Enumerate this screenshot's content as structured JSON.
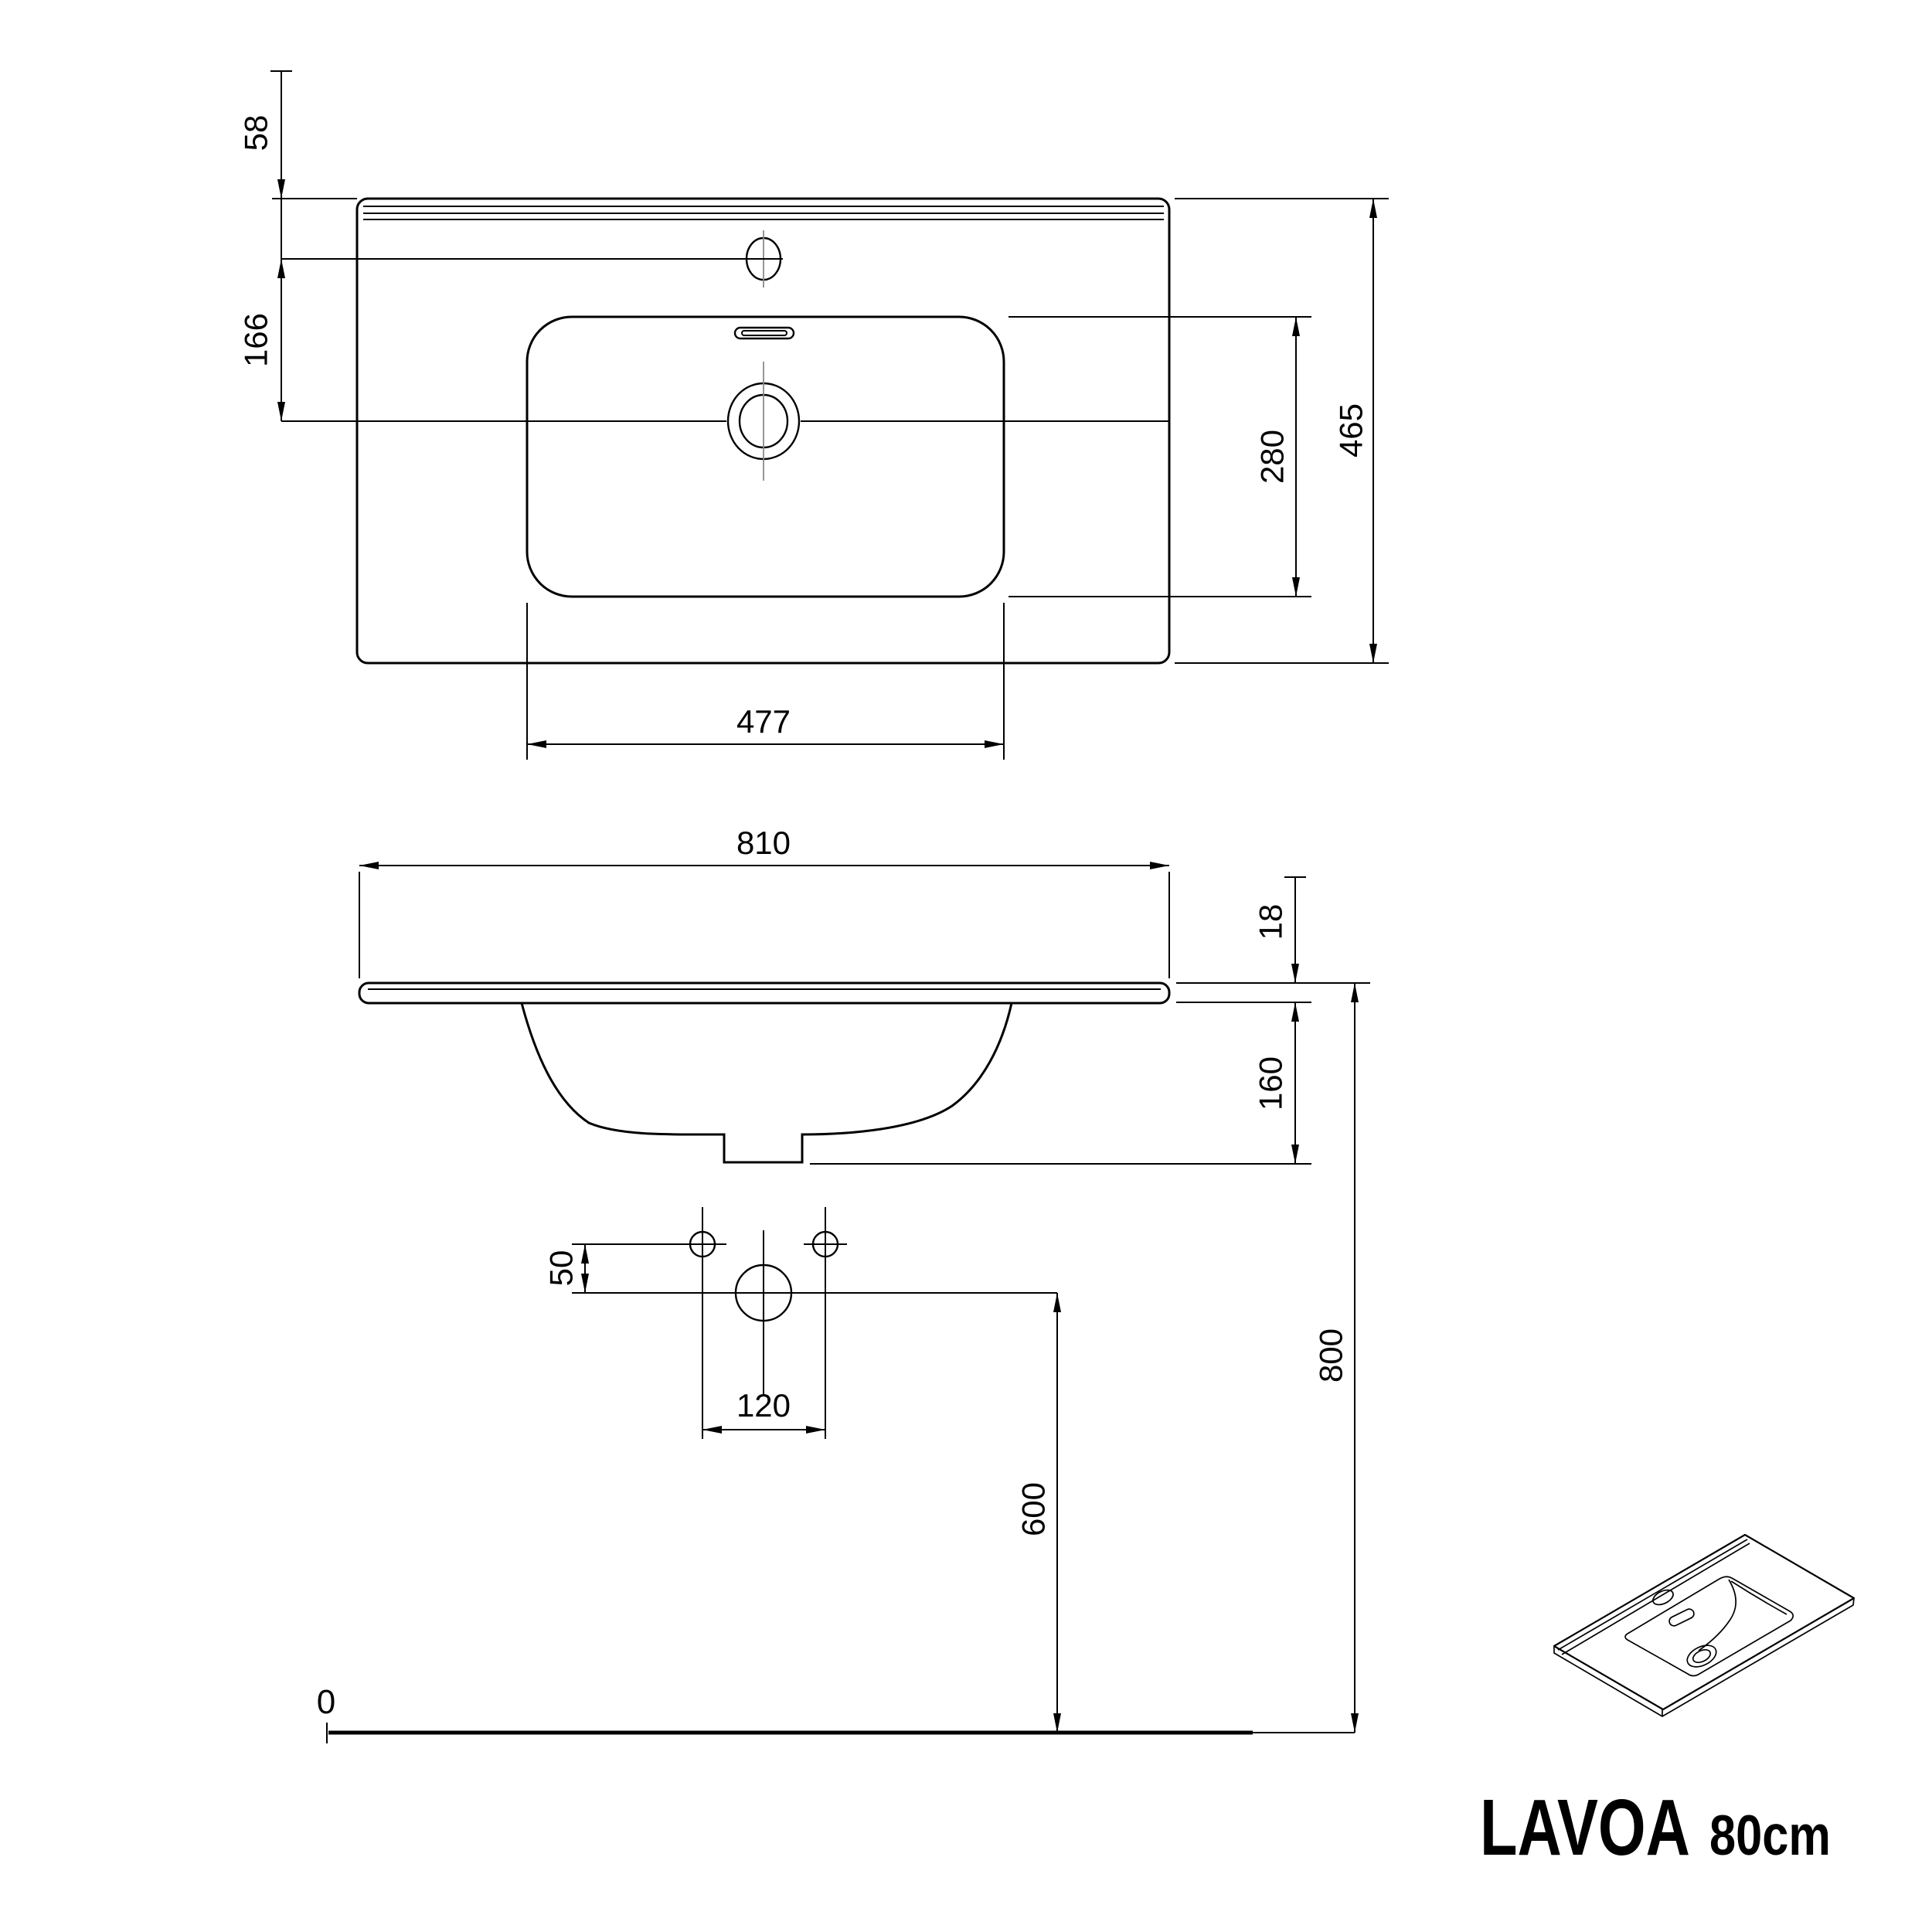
{
  "title": {
    "product": "LAVOA",
    "size": "80cm"
  },
  "views": {
    "plan": {
      "dims": {
        "edge_to_faucet": "58",
        "faucet_to_drain": "166",
        "basin_inner_depth": "280",
        "total_depth": "465",
        "basin_inner_width": "477"
      }
    },
    "front": {
      "dims": {
        "total_width": "810",
        "slab_thickness": "18",
        "bowl_depth": "160"
      }
    },
    "holes": {
      "dims": {
        "faucet_hole_offset": "50",
        "side_hole_spacing": "120"
      }
    },
    "elevation": {
      "dims": {
        "faucet_line_height": "600",
        "rim_height": "800",
        "floor_datum": "0"
      }
    }
  }
}
